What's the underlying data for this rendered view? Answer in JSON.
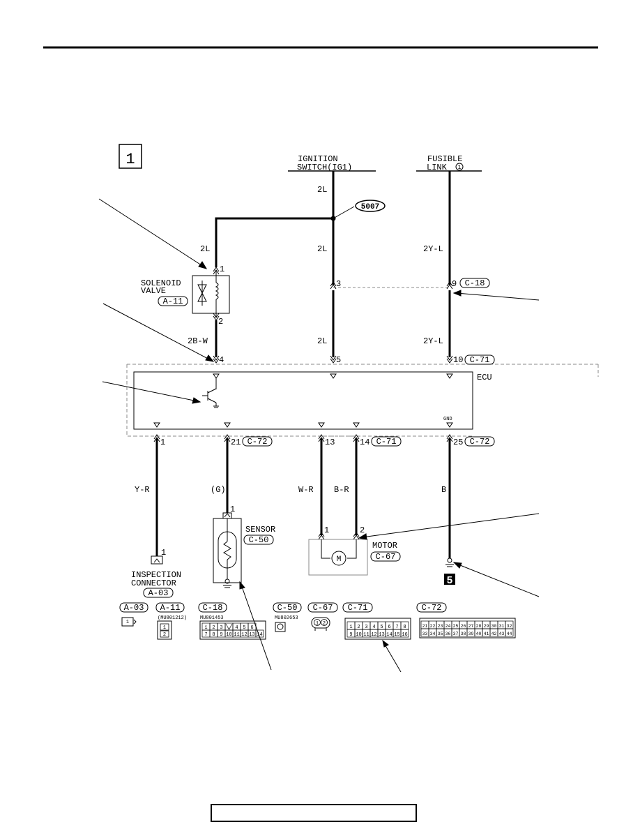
{
  "page_number": "1",
  "ignition_label": [
    "IGNITION",
    "SWITCH(IG1)"
  ],
  "fusible_label": [
    "FUSIBLE",
    "LINK"
  ],
  "fusible_num": "1",
  "splice": "5007",
  "solenoid": {
    "name": [
      "SOLENOID",
      "VALVE"
    ],
    "conn": "A-11",
    "pin_top": "1",
    "pin_bottom": "2"
  },
  "ecu": {
    "name": "ECU",
    "gnd": "GND"
  },
  "wires": {
    "solenoid_upper": "2L",
    "solenoid_lower": "2B-W",
    "ign_top": "2L",
    "ign_mid": "2L",
    "ign_low": "2L",
    "fus_mid": "2Y-L",
    "fus_low": "2Y-L",
    "inspection": "Y-R",
    "sensor": "(G)",
    "motor_1": "W-R",
    "motor_2": "B-R",
    "ground": "B"
  },
  "pins": {
    "c18_3": "3",
    "c18_9": "9",
    "c18": "C-18",
    "ecu_4": "4",
    "ecu_5": "5",
    "ecu_10": "10",
    "c71_top": "C-71",
    "ecu_1": "1",
    "ecu_21": "21",
    "c72_a": "C-72",
    "ecu_13": "13",
    "ecu_14": "14",
    "c71_b": "C-71",
    "ecu_25": "25",
    "c72_b": "C-72"
  },
  "sensor": {
    "name": "SENSOR",
    "conn": "C-50",
    "pin": "1"
  },
  "motor": {
    "name": "MOTOR",
    "conn": "C-67",
    "pin1": "1",
    "pin2": "2",
    "symbol": "M"
  },
  "inspection": {
    "name": [
      "INSPECTION",
      "CONNECTOR"
    ],
    "conn": "A-03",
    "pin": "1"
  },
  "ground_badge": "5",
  "legend": {
    "a03": {
      "tag": "A-03",
      "cells": [
        "1"
      ]
    },
    "a11": {
      "tag": "A-11",
      "part": "(MU801212)",
      "cells": [
        "1",
        "2"
      ]
    },
    "c18": {
      "tag": "C-18",
      "part": "MU801453",
      "row1": [
        "1",
        "2",
        "3",
        "",
        "4",
        "5",
        "6"
      ],
      "row2": [
        "7",
        "8",
        "9",
        "10",
        "11",
        "12",
        "13",
        "14"
      ]
    },
    "c50": {
      "tag": "C-50",
      "part": "MU802653"
    },
    "c67": {
      "tag": "C-67",
      "cells": [
        "1",
        "2"
      ]
    },
    "c71": {
      "tag": "C-71",
      "row1": [
        "1",
        "2",
        "3",
        "4",
        "5",
        "6",
        "7",
        "8"
      ],
      "row2": [
        "9",
        "10",
        "11",
        "12",
        "13",
        "14",
        "15",
        "16"
      ]
    },
    "c72": {
      "tag": "C-72",
      "row1": [
        "21",
        "22",
        "23",
        "24",
        "25",
        "26",
        "27",
        "28",
        "29",
        "30",
        "31",
        "32"
      ],
      "row2": [
        "33",
        "34",
        "35",
        "36",
        "37",
        "38",
        "39",
        "40",
        "41",
        "42",
        "43",
        "44"
      ]
    }
  }
}
